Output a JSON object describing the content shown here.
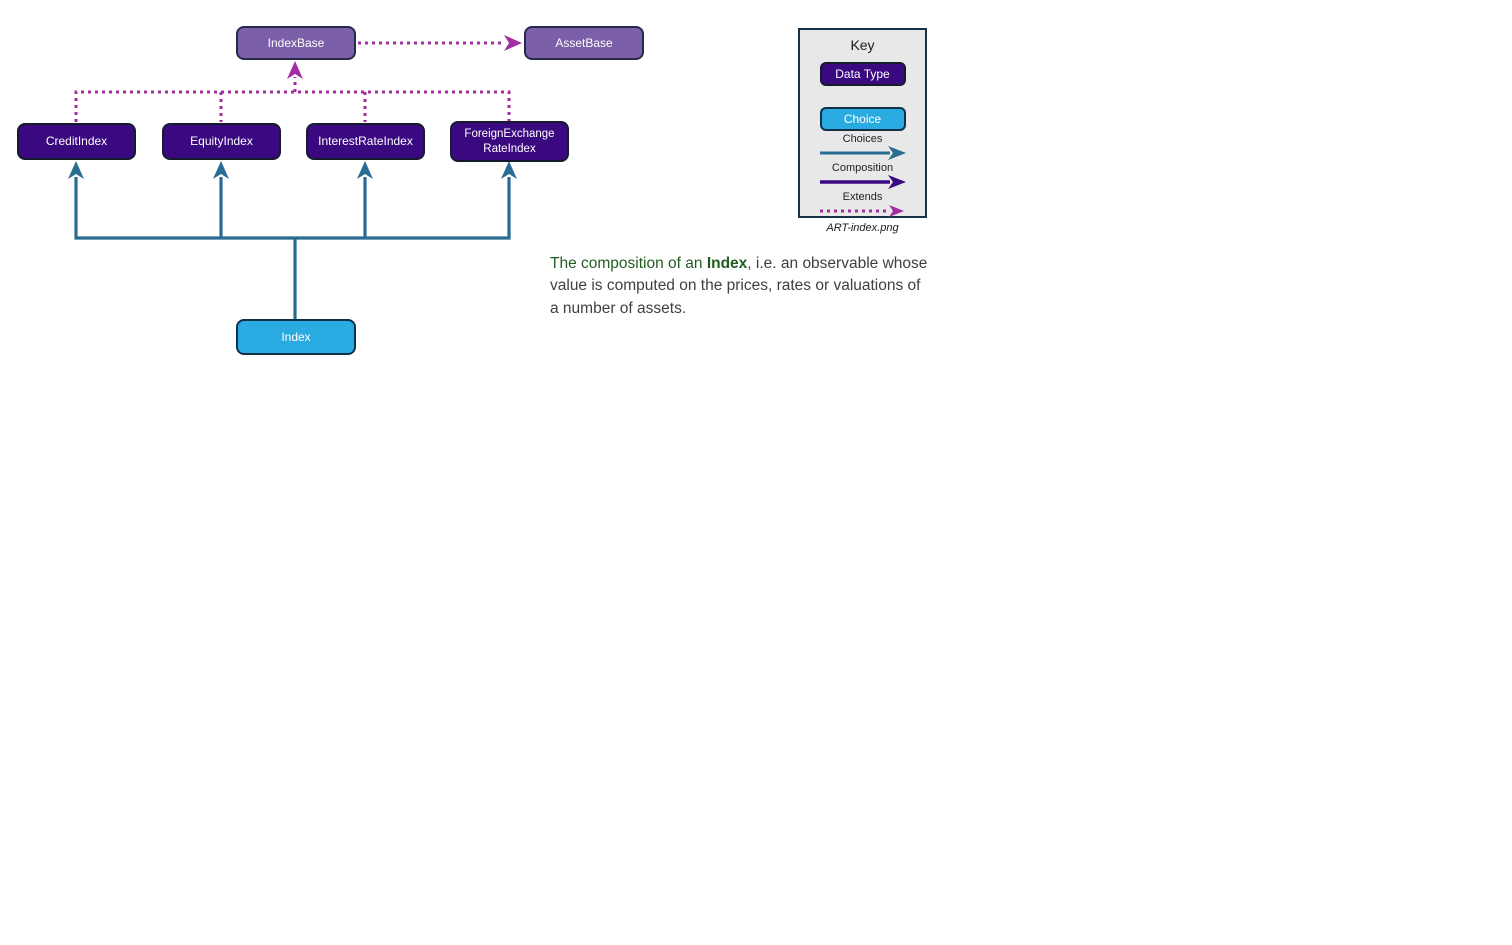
{
  "colors": {
    "data_type_fill": "#3A0980",
    "base_fill": "#7B5FA8",
    "choice_fill": "#29ABE2",
    "choices_arrow": "#2A6C91",
    "composition_arrow": "#3A0980",
    "extends_arrow": "#A32DA3",
    "green_text": "#215D21",
    "body_text": "#404040",
    "key_background": "#E8E8E8"
  },
  "diagram": {
    "nodes": {
      "index_base": "IndexBase",
      "asset_base": "AssetBase",
      "credit_index": "CreditIndex",
      "equity_index": "EquityIndex",
      "interest_rate_index": "InterestRateIndex",
      "foreign_exchange_rate_index": "ForeignExchange RateIndex",
      "index": "Index"
    }
  },
  "key": {
    "title": "Key",
    "data_type_label": "Data Type",
    "choice_label": "Choice",
    "arrows": [
      {
        "label": "Choices",
        "style": "solid",
        "color": "#2A6C91"
      },
      {
        "label": "Composition",
        "style": "solid",
        "color": "#3A0980"
      },
      {
        "label": "Extends",
        "style": "dotted",
        "color": "#A32DA3"
      }
    ],
    "caption": "ART-index.png"
  },
  "description": {
    "lead": "The composition of an ",
    "bold_term": "Index",
    "rest": ", i.e. an observable whose value is computed on the prices, rates or valuations of a number of assets",
    "period": "."
  }
}
